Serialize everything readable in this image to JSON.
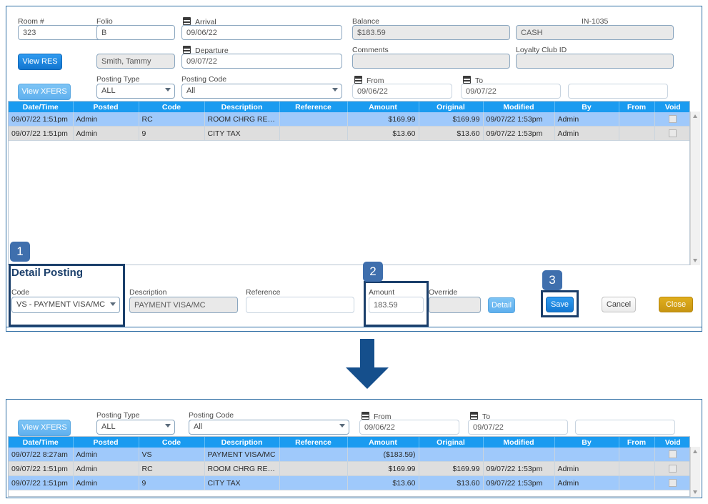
{
  "top_panel": {
    "fields": {
      "room_label": "Room #",
      "room_value": "323",
      "folio_label": "Folio",
      "folio_value": "B",
      "arrival_label": "Arrival",
      "arrival_value": "09/06/22",
      "departure_label": "Departure",
      "departure_value": "09/07/22",
      "guest_value": "Smith, Tammy",
      "balance_label": "Balance",
      "balance_value": "$183.59",
      "comments_label": "Comments",
      "comments_value": "",
      "invoice_label": "IN-1035",
      "payment_value": "CASH",
      "loyalty_label": "Loyalty Club ID",
      "loyalty_value": "",
      "posting_type_label": "Posting Type",
      "posting_type_value": "ALL",
      "posting_code_label": "Posting Code",
      "posting_code_value": "All",
      "from_label": "From",
      "from_value": "09/06/22",
      "to_label": "To",
      "to_value": "09/07/22",
      "extra_value": ""
    },
    "buttons": {
      "view_res": "View RES",
      "view_xfers": "View XFERS"
    },
    "posting_type_options": [
      "ALL"
    ],
    "posting_code_options": [
      "All"
    ],
    "table": {
      "columns": [
        "Date/Time",
        "Posted",
        "Code",
        "Description",
        "Reference",
        "Amount",
        "Original",
        "Modified",
        "By",
        "From",
        "Void"
      ],
      "rows": [
        {
          "datetime": "09/07/22 1:51pm",
          "posted": "Admin",
          "code": "RC",
          "description": "ROOM CHRG REVEN...",
          "reference": "",
          "amount": "$169.99",
          "original": "$169.99",
          "modified": "09/07/22 1:53pm",
          "by": "Admin",
          "from": "",
          "void": false
        },
        {
          "datetime": "09/07/22 1:51pm",
          "posted": "Admin",
          "code": "9",
          "description": "CITY TAX",
          "reference": "",
          "amount": "$13.60",
          "original": "$13.60",
          "modified": "09/07/22 1:53pm",
          "by": "Admin",
          "from": "",
          "void": false
        }
      ]
    },
    "detail_posting": {
      "title": "Detail Posting",
      "code_label": "Code",
      "code_value": "VS - PAYMENT VISA/MC",
      "code_options": [
        "VS - PAYMENT VISA/MC"
      ],
      "description_label": "Description",
      "description_value": "PAYMENT VISA/MC",
      "reference_label": "Reference",
      "reference_value": "",
      "amount_label": "Amount",
      "amount_value": "183.59",
      "override_label": "Override",
      "override_value": "",
      "detail_button": "Detail",
      "save_button": "Save",
      "cancel_button": "Cancel",
      "close_button": "Close"
    }
  },
  "badges": {
    "step1": "1",
    "step2": "2",
    "step3": "3"
  },
  "bottom_panel": {
    "buttons": {
      "view_xfers": "View XFERS"
    },
    "fields": {
      "posting_type_label": "Posting Type",
      "posting_type_value": "ALL",
      "posting_code_label": "Posting Code",
      "posting_code_value": "All",
      "from_label": "From",
      "from_value": "09/06/22",
      "to_label": "To",
      "to_value": "09/07/22",
      "extra_value": ""
    },
    "posting_type_options": [
      "ALL"
    ],
    "posting_code_options": [
      "All"
    ],
    "table": {
      "columns": [
        "Date/Time",
        "Posted",
        "Code",
        "Description",
        "Reference",
        "Amount",
        "Original",
        "Modified",
        "By",
        "From",
        "Void"
      ],
      "rows": [
        {
          "datetime": "09/07/22 8:27am",
          "posted": "Admin",
          "code": "VS",
          "description": "PAYMENT VISA/MC",
          "reference": "",
          "amount": "($183.59)",
          "original": "",
          "modified": "",
          "by": "",
          "from": "",
          "void": false
        },
        {
          "datetime": "09/07/22 1:51pm",
          "posted": "Admin",
          "code": "RC",
          "description": "ROOM CHRG REVEN...",
          "reference": "",
          "amount": "$169.99",
          "original": "$169.99",
          "modified": "09/07/22 1:53pm",
          "by": "Admin",
          "from": "",
          "void": false
        },
        {
          "datetime": "09/07/22 1:51pm",
          "posted": "Admin",
          "code": "9",
          "description": "CITY TAX",
          "reference": "",
          "amount": "$13.60",
          "original": "$13.60",
          "modified": "09/07/22 1:53pm",
          "by": "Admin",
          "from": "",
          "void": false
        }
      ]
    }
  },
  "colors": {
    "panel_border": "#2e6da4",
    "table_header": "#1a9bf0",
    "row_odd": "#9fc9fb",
    "row_even": "#dedede",
    "highlight": "#1b3f6b",
    "badge": "#3f6fad",
    "arrow": "#154f8c",
    "close_button": "#d4a017"
  }
}
